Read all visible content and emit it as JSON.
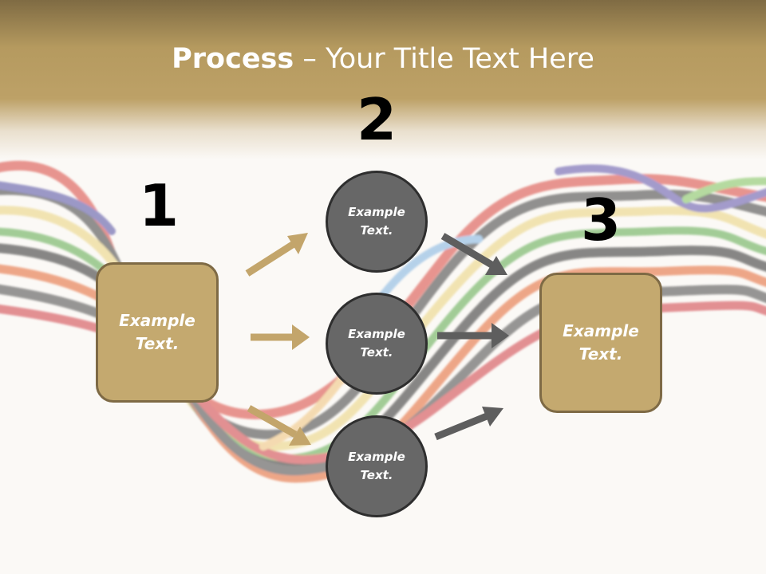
{
  "title": {
    "bold": "Process",
    "rest": " – Your Title Text Here"
  },
  "steps": [
    {
      "number": "1"
    },
    {
      "number": "2"
    },
    {
      "number": "3"
    }
  ],
  "source_box": {
    "text": "Example Text."
  },
  "circles": [
    {
      "text": "Example Text."
    },
    {
      "text": "Example Text."
    },
    {
      "text": "Example Text."
    }
  ],
  "target_box": {
    "text": "Example Text."
  },
  "colors": {
    "box_fill": "#c4a96f",
    "box_border": "#7e6a45",
    "circle_fill": "#676767",
    "circle_border": "#2e2e2e",
    "tan_arrow": "#c3a56b",
    "gray_arrow": "#5e5e5e",
    "header": "#b59a5f"
  }
}
